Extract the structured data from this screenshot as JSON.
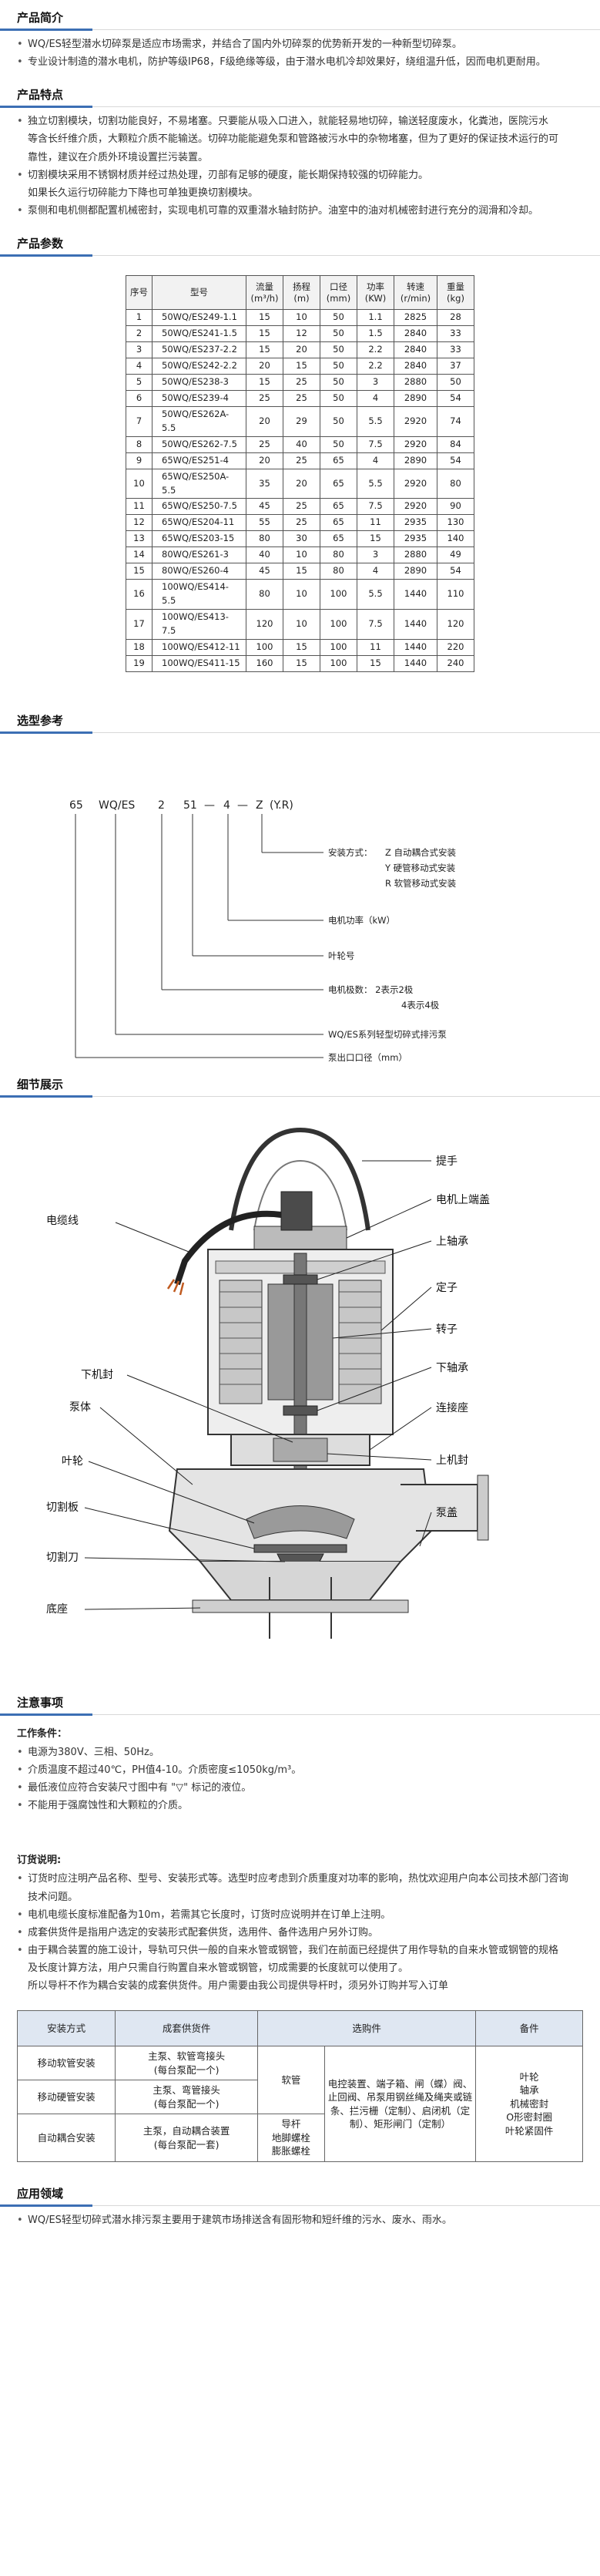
{
  "intro": {
    "title": "产品简介",
    "items": [
      "WQ/ES轻型潜水切碎泵是适应市场需求，并结合了国内外切碎泵的优势新开发的一种新型切碎泵。",
      "专业设计制造的潜水电机，防护等级IP68，F级绝缘等级，由于潜水电机冷却效果好，绕组温升低，因而电机更耐用。"
    ]
  },
  "features": {
    "title": "产品特点",
    "items": [
      "独立切割模块，切割功能良好，不易堵塞。只要能从吸入口进入，就能轻易地切碎，输送轻度废水，化粪池，医院污水",
      "等含长纤维介质，大颗粒介质不能输送。切碎功能能避免泵和管路被污水中的杂物堵塞，但为了更好的保证技术运行的可",
      "靠性，建议在介质外环境设置拦污装置。",
      "切割模块采用不锈钢材质并经过热处理，刃部有足够的硬度，能长期保持较强的切碎能力。",
      "如果长久运行切碎能力下降也可单独更换切割模块。",
      "泵侧和电机侧都配置机械密封，实现电机可靠的双重潜水轴封防护。油室中的油对机械密封进行充分的润滑和冷却。"
    ]
  },
  "params": {
    "title": "产品参数",
    "headers": [
      "序号",
      "型号",
      "流量\n(m³/h)",
      "扬程\n(m)",
      "口径\n(mm)",
      "功率\n(KW)",
      "转速\n(r/min)",
      "重量\n(kg)"
    ],
    "rows": [
      [
        "1",
        "50WQ/ES249-1.1",
        "15",
        "10",
        "50",
        "1.1",
        "2825",
        "28"
      ],
      [
        "2",
        "50WQ/ES241-1.5",
        "15",
        "12",
        "50",
        "1.5",
        "2840",
        "33"
      ],
      [
        "3",
        "50WQ/ES237-2.2",
        "15",
        "20",
        "50",
        "2.2",
        "2840",
        "33"
      ],
      [
        "4",
        "50WQ/ES242-2.2",
        "20",
        "15",
        "50",
        "2.2",
        "2840",
        "37"
      ],
      [
        "5",
        "50WQ/ES238-3",
        "15",
        "25",
        "50",
        "3",
        "2880",
        "50"
      ],
      [
        "6",
        "50WQ/ES239-4",
        "25",
        "25",
        "50",
        "4",
        "2890",
        "54"
      ],
      [
        "7",
        "50WQ/ES262A-5.5",
        "20",
        "29",
        "50",
        "5.5",
        "2920",
        "74"
      ],
      [
        "8",
        "50WQ/ES262-7.5",
        "25",
        "40",
        "50",
        "7.5",
        "2920",
        "84"
      ],
      [
        "9",
        "65WQ/ES251-4",
        "20",
        "25",
        "65",
        "4",
        "2890",
        "54"
      ],
      [
        "10",
        "65WQ/ES250A-5.5",
        "35",
        "20",
        "65",
        "5.5",
        "2920",
        "80"
      ],
      [
        "11",
        "65WQ/ES250-7.5",
        "45",
        "25",
        "65",
        "7.5",
        "2920",
        "90"
      ],
      [
        "12",
        "65WQ/ES204-11",
        "55",
        "25",
        "65",
        "11",
        "2935",
        "130"
      ],
      [
        "13",
        "65WQ/ES203-15",
        "80",
        "30",
        "65",
        "15",
        "2935",
        "140"
      ],
      [
        "14",
        "80WQ/ES261-3",
        "40",
        "10",
        "80",
        "3",
        "2880",
        "49"
      ],
      [
        "15",
        "80WQ/ES260-4",
        "45",
        "15",
        "80",
        "4",
        "2890",
        "54"
      ],
      [
        "16",
        "100WQ/ES414-5.5",
        "80",
        "10",
        "100",
        "5.5",
        "1440",
        "110"
      ],
      [
        "17",
        "100WQ/ES413-7.5",
        "120",
        "10",
        "100",
        "7.5",
        "1440",
        "120"
      ],
      [
        "18",
        "100WQ/ES412-11",
        "100",
        "15",
        "100",
        "11",
        "1440",
        "220"
      ],
      [
        "19",
        "100WQ/ES411-15",
        "160",
        "15",
        "100",
        "15",
        "1440",
        "240"
      ]
    ]
  },
  "selection": {
    "title": "选型参考",
    "code": [
      "65",
      "WQ/ES",
      "2",
      "51",
      "—",
      "4",
      "—",
      "Z",
      "(Y.R)"
    ],
    "install_label": "安装方式：",
    "install_z": "Z  自动耦合式安装",
    "install_y": "Y  硬管移动式安装",
    "install_r": "R  软管移动式安装",
    "power": "电机功率（kW）",
    "impeller": "叶轮号",
    "poles": "电机极数：  2表示2极",
    "poles_4": "4表示4极",
    "series": "WQ/ES系列轻型切碎式排污泵",
    "outlet": "泵出口口径（mm）"
  },
  "detail": {
    "title": "细节展示",
    "labels": {
      "handle": "提手",
      "cable": "电缆线",
      "upper_cover": "电机上端盖",
      "upper_bearing": "上轴承",
      "stator": "定子",
      "rotor": "转子",
      "lower_seal": "下机封",
      "lower_bearing": "下轴承",
      "pump_body": "泵体",
      "connector": "连接座",
      "impeller": "叶轮",
      "upper_seal": "上机封",
      "cutting_plate": "切割板",
      "pump_cover": "泵盖",
      "cutter": "切割刀",
      "base": "底座"
    }
  },
  "notes": {
    "title": "注意事项",
    "sub": "工作条件：",
    "items": [
      "电源为380V、三相、50Hz。",
      "介质温度不超过40℃，PH值4-10。介质密度≤1050kg/m³。",
      "最低液位应符合安装尺寸图中有 \"▽\" 标记的液位。",
      "不能用于强腐蚀性和大颗粒的介质。"
    ]
  },
  "order": {
    "sub": "订货说明:",
    "items": [
      "订货时应注明产品名称、型号、安装形式等。选型时应考虑到介质重度对功率的影响，热忱欢迎用户向本公司技术部门咨询",
      "技术问题。",
      "电机电缆长度标准配备为10m，若需其它长度时，订货时应说明并在订单上注明。",
      "成套供货件是指用户选定的安装形式配套供货，选用件、备件选用户另外订购。",
      "由于耦合装置的施工设计，导轨可只供一般的自来水管或钢管，我们在前面已经提供了用作导轨的自来水管或钢管的规格",
      "及长度计算方法，用户只需自行购置自来水管或钢管，切成需要的长度就可以使用了。",
      "所以导杆不作为耦合安装的成套供货件。用户需要由我公司提供导杆时，须另外订购并写入订单"
    ],
    "table": {
      "headers": [
        "安装方式",
        "成套供货件",
        "选购件",
        "",
        "备件"
      ],
      "r1": [
        "移动软管安装",
        "主泵、软管弯接头\n(每台泵配一个)",
        "软管"
      ],
      "r2": [
        "移动硬管安装",
        "主泵、弯管接头\n(每台泵配一个)"
      ],
      "r3": [
        "自动耦合安装",
        "主泵，自动耦合装置\n(每台泵配一套)",
        "导杆\n地脚螺栓\n膨胀螺栓"
      ],
      "merged_options": "电控装置、端子箱、闸（蝶）阀、止回阀、吊泵用钢丝绳及绳夹或链条、拦污栅（定制）、启闭机（定制）、矩形闸门（定制）",
      "spare": "叶轮\n轴承\n机械密封\nO形密封圈\n叶轮紧固件"
    }
  },
  "application": {
    "title": "应用领域",
    "text": "WQ/ES轻型切碎式潜水排污泵主要用于建筑市场排送含有固形物和短纤维的污水、废水、雨水。"
  }
}
